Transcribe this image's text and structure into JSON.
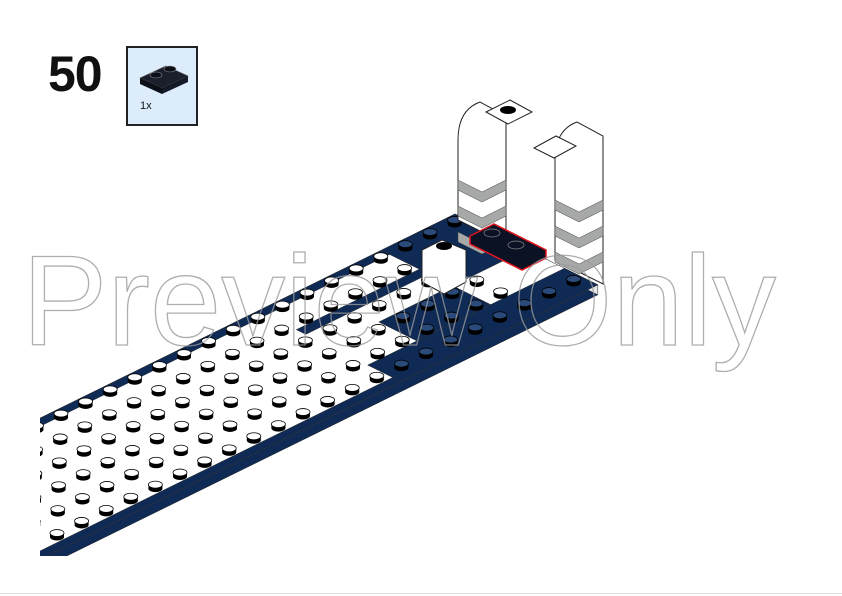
{
  "step": {
    "number": "50"
  },
  "parts_callout": {
    "quantity": "1x",
    "part": "plate-1x2",
    "part_color": "#0b1224"
  },
  "watermark": {
    "text": "Preview Only"
  },
  "colors": {
    "navy": "#0e2a55",
    "white": "#ffffff",
    "light_grey": "#a6a9a8",
    "callout_bg": "#dcecfb",
    "highlight": "#e0141e"
  }
}
